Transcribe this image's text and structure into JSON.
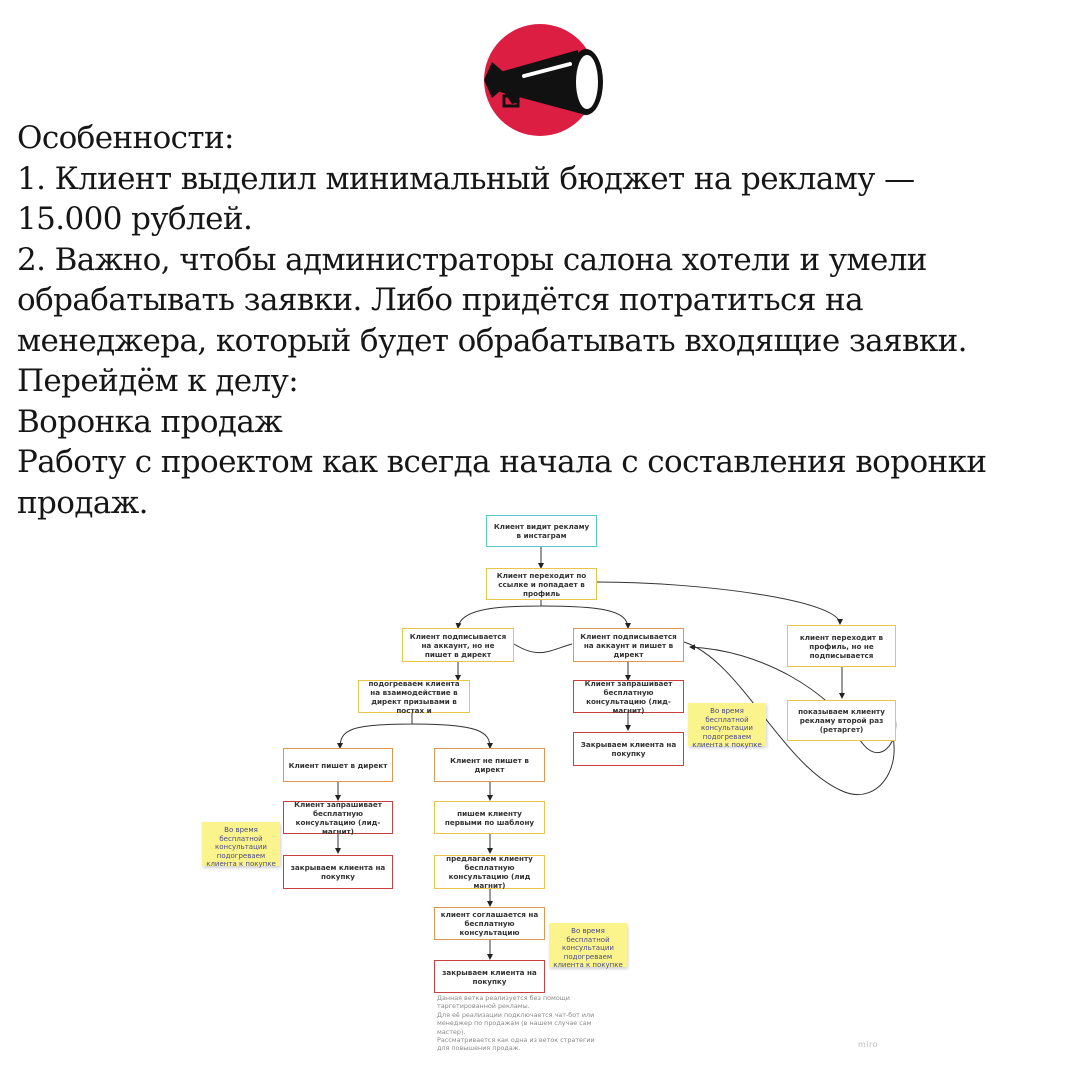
{
  "text_lines": [
    "Особенности:",
    "1. Клиент выделил минимальный бюджет на рекламу —",
    "15.000 рублей.",
    "2. Важно, чтобы администраторы салона хотели и умели",
    "обрабатывать заявки. Либо придётся потратиться на",
    "менеджера, который будет обрабатывать входящие заявки.",
    "Перейдём к делу:",
    "Воронка продаж",
    "Работу с проектом как всегда начала с составления воронки",
    "продаж."
  ],
  "nodes": {
    "n1": "Клиент видит рекламу в инстаграм",
    "n2": "Клиент переходит по ссылке и попадает в профиль",
    "n3": "Клиент подписывается на аккаунт, но не пишет в директ",
    "n4": "Клиент подписывается на аккаунт и пишет в директ",
    "n5": "клиент переходит в профиль, но не подписывается",
    "n6": "подогреваем клиента на взаимодействие в директ призывами в постах и",
    "n7": "Клиент запрашивает бесплатную консультацию (лид-магнит)",
    "n8": "показываем клиенту рекламу второй раз (ретаргет)",
    "n9": "Закрываем клиента на покупку",
    "n10": "Клиент пишет в директ",
    "n11": "Клиент не пишет в директ",
    "n12": "Клиент запрашивает бесплатную консультацию (лид-магнит)",
    "n13": "пишем клиенту первыми по шаблону",
    "n14": "закрываем клиента на покупку",
    "n15": "предлагаем клиенту бесплатную консультацию (лид магнит)",
    "n16": "клиент соглашается на бесплатную консультацию",
    "n17": "закрываем клиента на покупку"
  },
  "stickies": {
    "s1": "Во время бесплатной консультации подогреваем клиента к покупке",
    "s2": "Во время бесплатной консультации подогреваем клиента к покупке",
    "s3": "Во время бесплатной консультации подогреваем клиента к покупке"
  },
  "note_lines": [
    "Данная ветка реализуется без помощи",
    "таргетированной рекламы.",
    "Для её реализации подключается чат-бот или",
    "менеджер по продажам (в нашем случае сам",
    "мастер).",
    "Рассматривается как одна из веток стратегии",
    "для повышения продаж."
  ],
  "watermark": "miro",
  "colors": {
    "logo_circle": "#dc1e42",
    "teal": "#5cc8c8",
    "yellow": "#e8c64a",
    "orange": "#e0964e",
    "red": "#c94040",
    "sticky": "#fbf48c"
  },
  "icons": {
    "logo": "megaphone-icon"
  }
}
